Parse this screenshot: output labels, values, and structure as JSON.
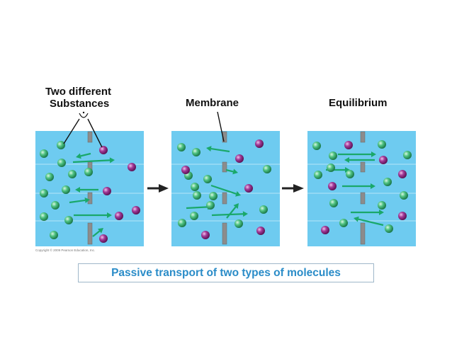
{
  "labels": {
    "substances_line1": "Two different",
    "substances_line2": "Substances",
    "membrane": "Membrane",
    "equilibrium": "Equilibrium"
  },
  "copyright": "Copyright © 2009 Pearson Education, Inc.",
  "caption": "Passive transport of two types of molecules",
  "colors": {
    "solution": "#6ecbf0",
    "membrane": "#8c8c8c",
    "green_molecule": "#3ab070",
    "purple_molecule": "#8e2a86",
    "arrow": "#1aa86a",
    "caption_text": "#2a8cc8"
  },
  "icons": [
    "green-molecule-icon",
    "purple-molecule-icon",
    "right-arrow-icon"
  ]
}
